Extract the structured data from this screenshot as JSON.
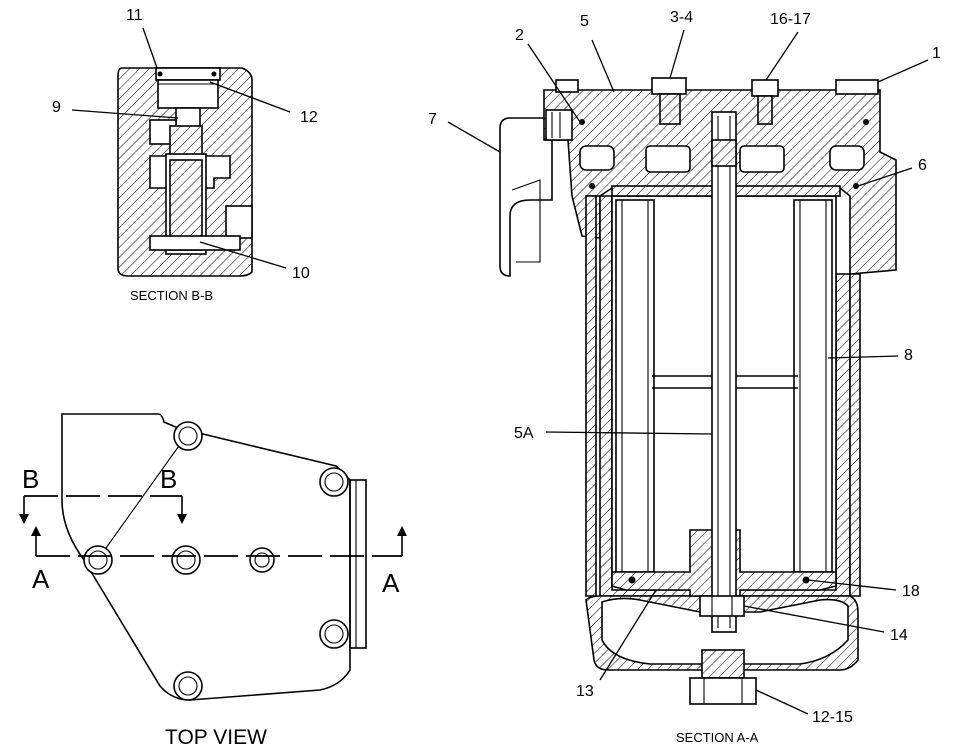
{
  "captions": {
    "section_bb": "SECTION B-B",
    "top_view": "TOP VIEW",
    "section_aa": "SECTION A-A"
  },
  "section_markers": {
    "b_left": "B",
    "b_right": "B",
    "a_left": "A",
    "a_right": "A"
  },
  "callouts": {
    "c1": "1",
    "c2": "2",
    "c3_4": "3-4",
    "c5": "5",
    "c5a": "5A",
    "c6": "6",
    "c7": "7",
    "c8": "8",
    "c9": "9",
    "c10": "10",
    "c11": "11",
    "c12": "12",
    "c12_15": "12-15",
    "c13": "13",
    "c14": "14",
    "c16_17": "16-17",
    "c18": "18"
  }
}
